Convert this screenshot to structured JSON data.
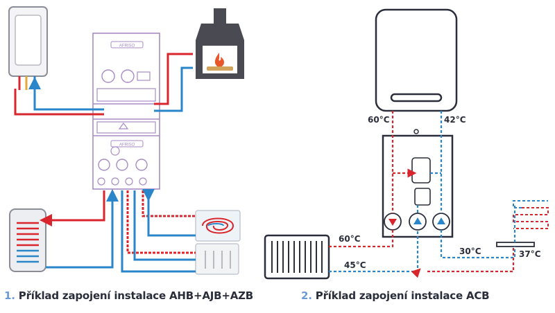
{
  "diagram1": {
    "brand_label": "AFRISO",
    "caption_number": "1.",
    "caption_text": "Příklad zapojení instalace AHB+AJB+AZB"
  },
  "diagram2": {
    "caption_number": "2.",
    "caption_text": "Příklad zapojení instalace ACB",
    "temps": {
      "boiler_supply": "60°C",
      "boiler_return": "42°C",
      "radiator_supply": "60°C",
      "radiator_return": "45°C",
      "floor_return": "30°C",
      "floor_supply": "37°C"
    }
  },
  "colors": {
    "hot": "#d8262c",
    "cold": "#2a86c8",
    "frame": "#a78bc6",
    "outline": "#4a4a52"
  }
}
